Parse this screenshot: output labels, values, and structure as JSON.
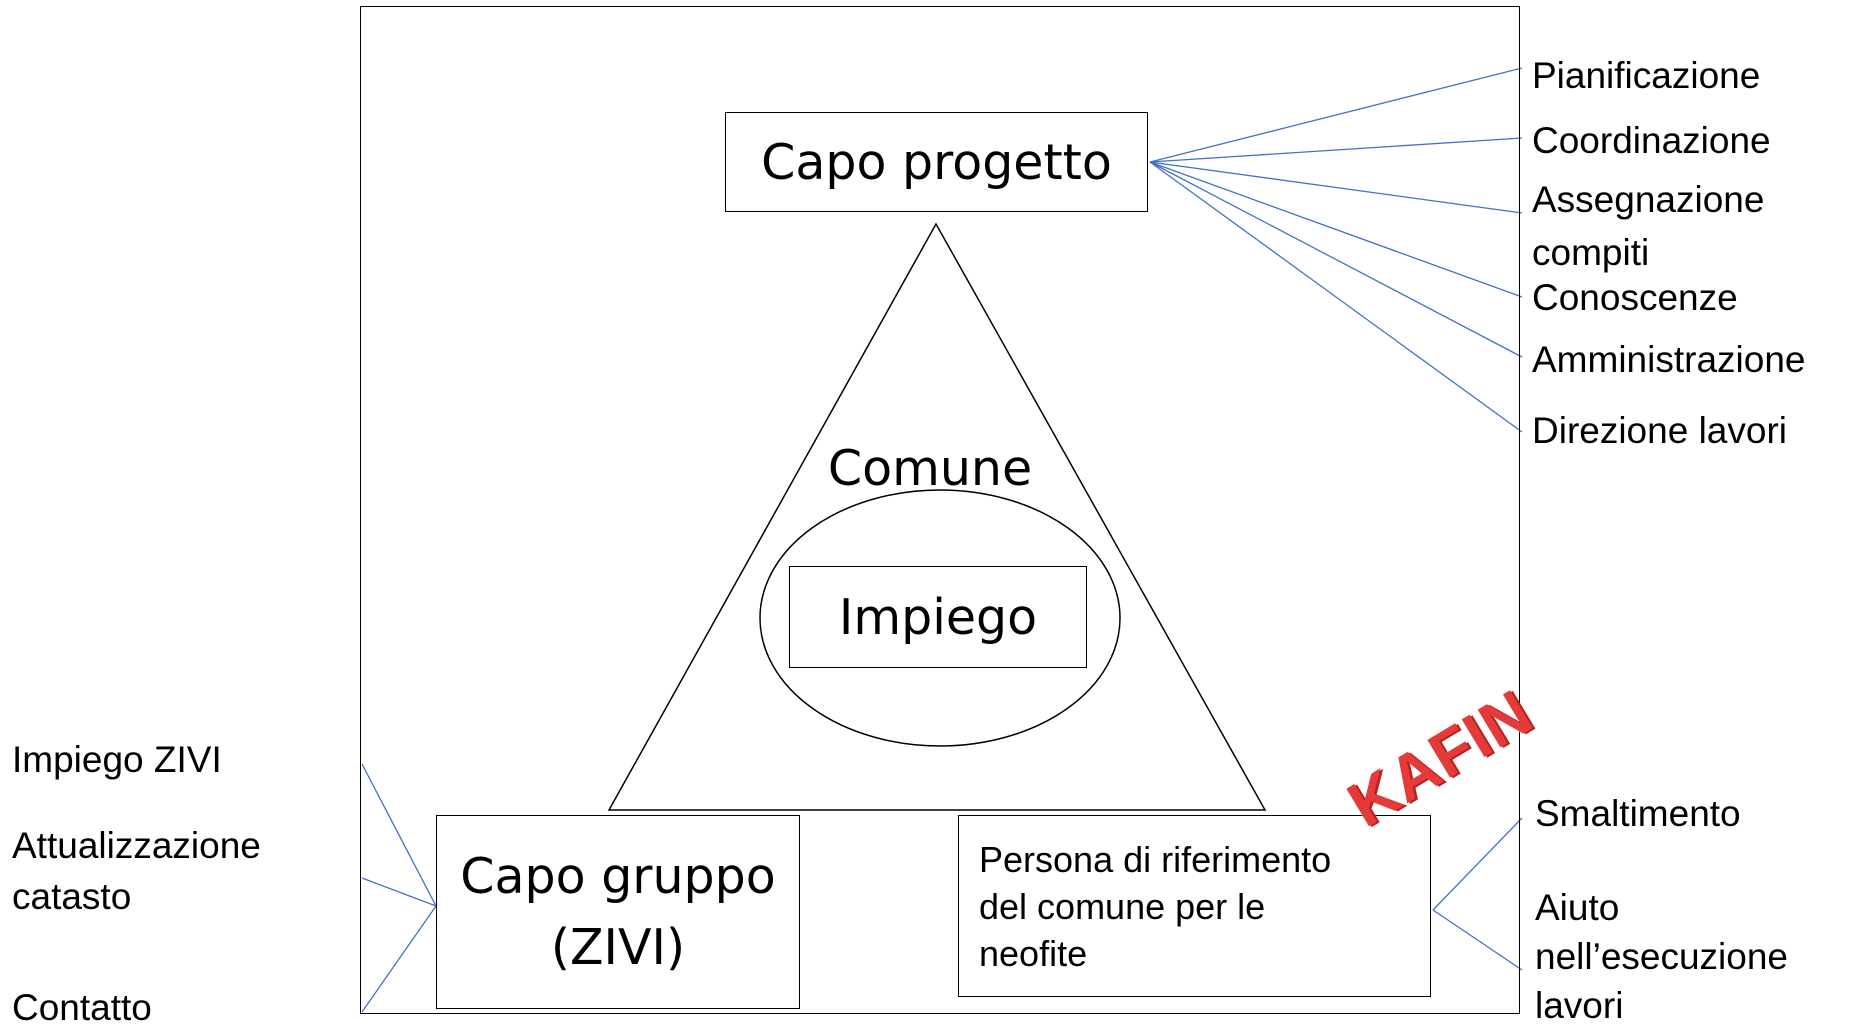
{
  "diagram": {
    "capo_progetto": "Capo progetto",
    "comune": "Comune",
    "impiego": "Impiego",
    "capo_gruppo_line1": "Capo gruppo",
    "capo_gruppo_line2": "(ZIVI)",
    "persona_line1": "Persona di riferimento",
    "persona_line2": "del comune per le",
    "persona_line3": "neofite",
    "stamp": "KAFIN"
  },
  "capo_progetto_tasks": [
    "Pianificazione",
    "Coordinazione",
    "Assegnazione",
    "compiti",
    "Conoscenze",
    "Amministrazione",
    "Direzione lavori"
  ],
  "capo_gruppo_tasks": [
    "Impiego ZIVI",
    "Attualizzazione",
    "catasto",
    "Contatto"
  ],
  "persona_tasks": [
    "Smaltimento",
    "Aiuto",
    "nell’esecuzione",
    "lavori"
  ],
  "colors": {
    "connector": "#4472c4",
    "stamp": "#e53a3a",
    "outline": "#000000"
  }
}
